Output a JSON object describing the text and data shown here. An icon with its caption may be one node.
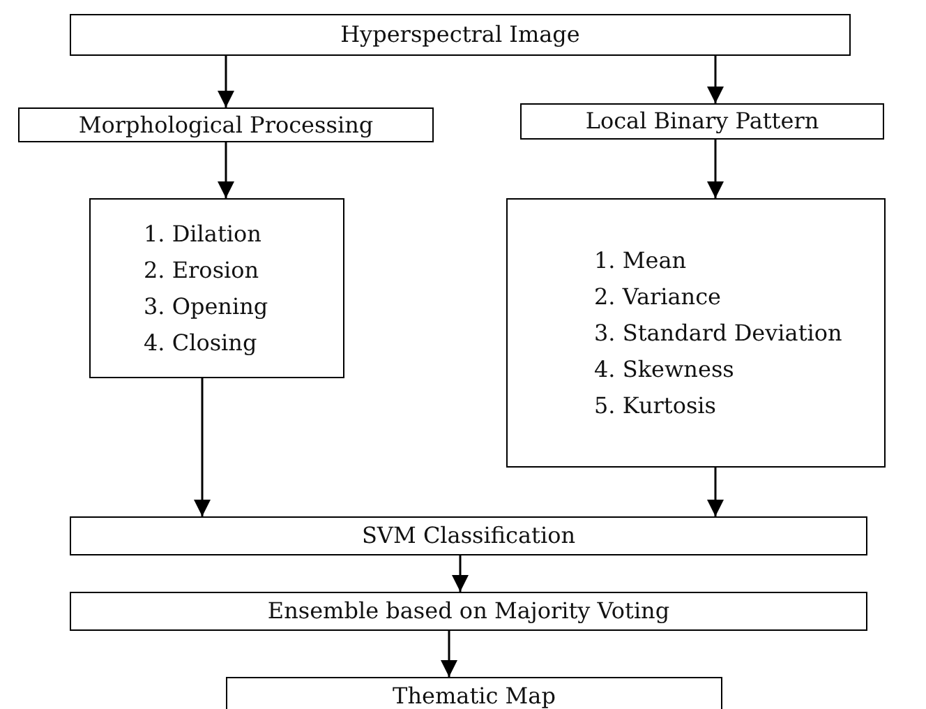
{
  "diagram": {
    "nodes": [
      {
        "text": [
          "Hyperspectral Image"
        ]
      },
      {
        "text": [
          "Morphological Processing"
        ]
      },
      {
        "text": [
          "Local Binary Pattern"
        ]
      },
      {
        "text": [
          "1. Dilation",
          "2. Erosion",
          "3. Opening",
          "4. Closing"
        ]
      },
      {
        "text": [
          "1. Mean",
          "2. Variance",
          "3. Standard Deviation",
          "4. Skewness",
          "5. Kurtosis"
        ]
      },
      {
        "text": [
          "SVM Classification"
        ]
      },
      {
        "text": [
          "Ensemble based on Majority Voting"
        ]
      },
      {
        "text": [
          "Thematic Map"
        ]
      }
    ],
    "edges": [
      {
        "from": 0,
        "to": 1,
        "arrow": "to"
      },
      {
        "from": 0,
        "to": 2,
        "arrow": "to"
      },
      {
        "from": 1,
        "to": 3,
        "arrow": "to"
      },
      {
        "from": 2,
        "to": 4,
        "arrow": "to"
      },
      {
        "from": 3,
        "to": 5,
        "arrow": "to"
      },
      {
        "from": 4,
        "to": 5,
        "arrow": "to"
      },
      {
        "from": 5,
        "to": 6,
        "arrow": "to"
      },
      {
        "from": 6,
        "to": 7,
        "arrow": "to"
      }
    ]
  }
}
